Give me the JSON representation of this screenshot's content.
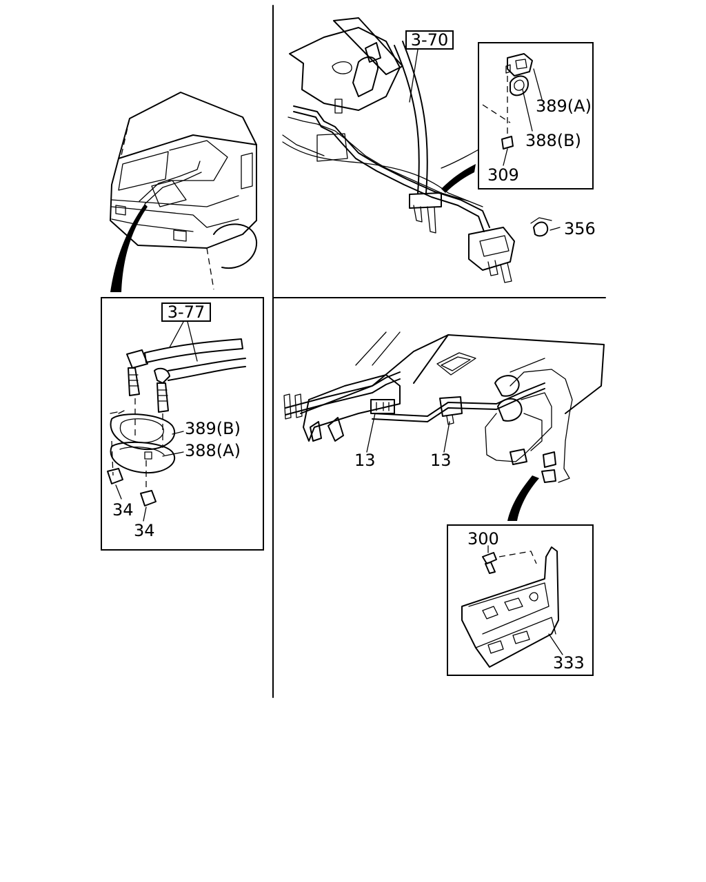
{
  "callouts": {
    "ref_3_70": "3-70",
    "ref_3_77": "3-77",
    "p389a": "389(A)",
    "p388b": "388(B)",
    "p309": "309",
    "p356": "356",
    "p389b": "389(B)",
    "p388a": "388(A)",
    "p34_upper": "34",
    "p34_lower": "34",
    "p13_left": "13",
    "p13_right": "13",
    "p300": "300",
    "p333": "333"
  }
}
